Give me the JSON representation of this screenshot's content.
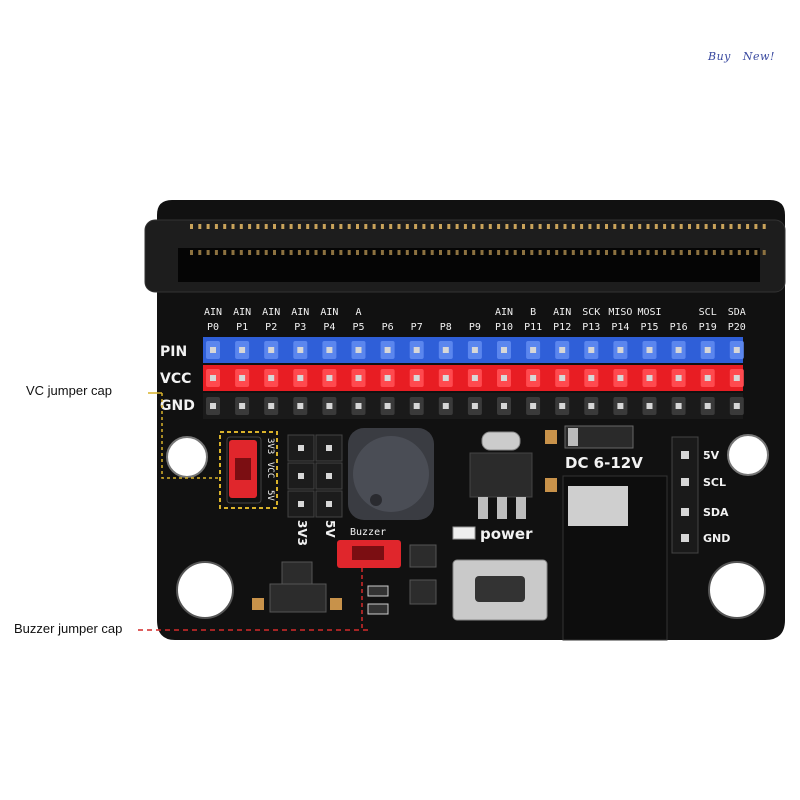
{
  "badge": {
    "word1": "Buy",
    "word2": "New!"
  },
  "callouts": {
    "vc": "VC jumper cap",
    "buzzer": "Buzzer jumper cap"
  },
  "board": {
    "rows": [
      "PIN",
      "VCC",
      "GND"
    ],
    "func_labels": [
      "AIN",
      "AIN",
      "AIN",
      "AIN",
      "AIN",
      "A",
      "",
      "",
      "",
      "",
      "AIN",
      "B",
      "AIN",
      "SCK",
      "MISO",
      "MOSI",
      "",
      "SCL",
      "SDA"
    ],
    "pin_labels": [
      "P0",
      "P1",
      "P2",
      "P3",
      "P4",
      "P5",
      "P6",
      "P7",
      "P8",
      "P9",
      "P10",
      "P11",
      "P12",
      "P13",
      "P14",
      "P15",
      "P16",
      "P19",
      "P20"
    ],
    "jumper_labels": [
      "3V3",
      "VCC",
      "5V"
    ],
    "label_3v3": "3V3",
    "label_5v": "5V",
    "buzzer_label": "Buzzer",
    "power_label": "power",
    "dc_label": "DC 6-12V",
    "i2c_labels": [
      "5V",
      "SCL",
      "SDA",
      "GND"
    ]
  },
  "colors": {
    "board": "#111111",
    "pin_row": "#2f5fd8",
    "vcc_row": "#e81d23",
    "gnd_row": "#1a1a1a",
    "jumper": "#e0262c",
    "callout_vc": "#d9b22a",
    "callout_buzzer": "#d42a2a"
  }
}
